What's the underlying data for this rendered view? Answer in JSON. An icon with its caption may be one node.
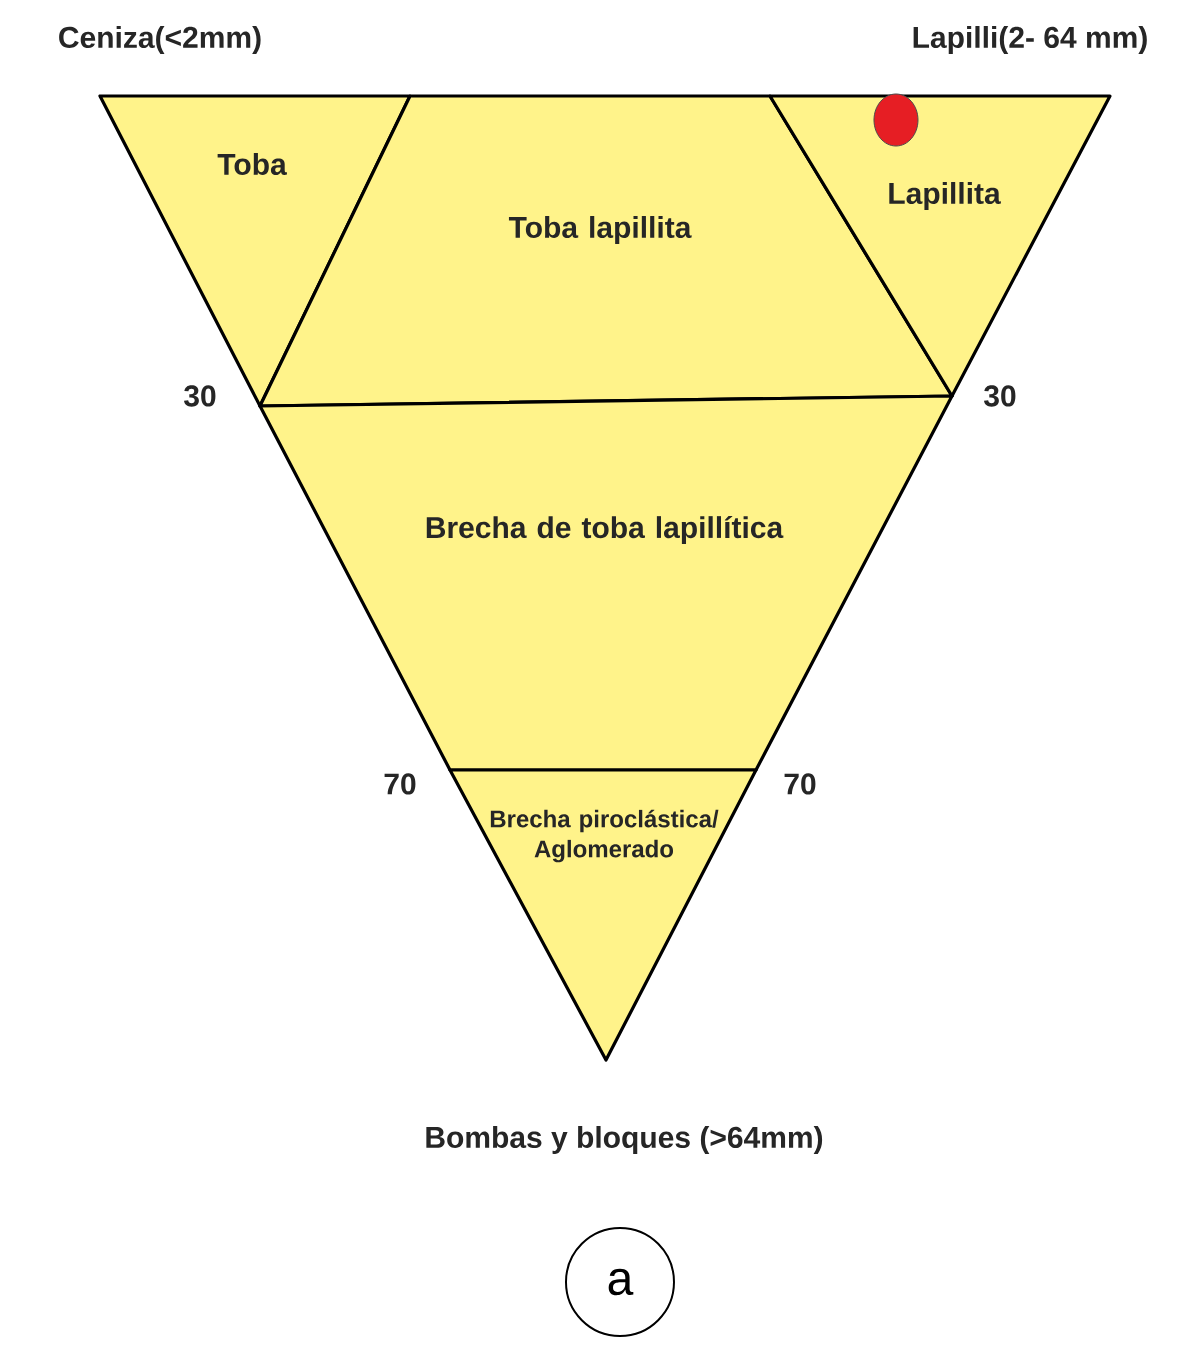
{
  "diagram": {
    "nodes": [
      {
        "text": [
          "Toba"
        ]
      },
      {
        "text": [
          "Toba lapillita"
        ]
      },
      {
        "text": [
          "Lapillita"
        ]
      },
      {
        "text": [
          "Brecha de toba lapillítica"
        ]
      },
      {
        "text": [
          "Brecha piroclástica/ Aglomerado"
        ]
      },
      {
        "text": [
          "a"
        ]
      }
    ],
    "edges": [],
    "labels": [
      "Ceniza(<2mm)",
      "Lapilli(2- 64 mm)",
      "30",
      "30",
      "70",
      "70",
      "Bombas y bloques (>64mm)"
    ]
  }
}
